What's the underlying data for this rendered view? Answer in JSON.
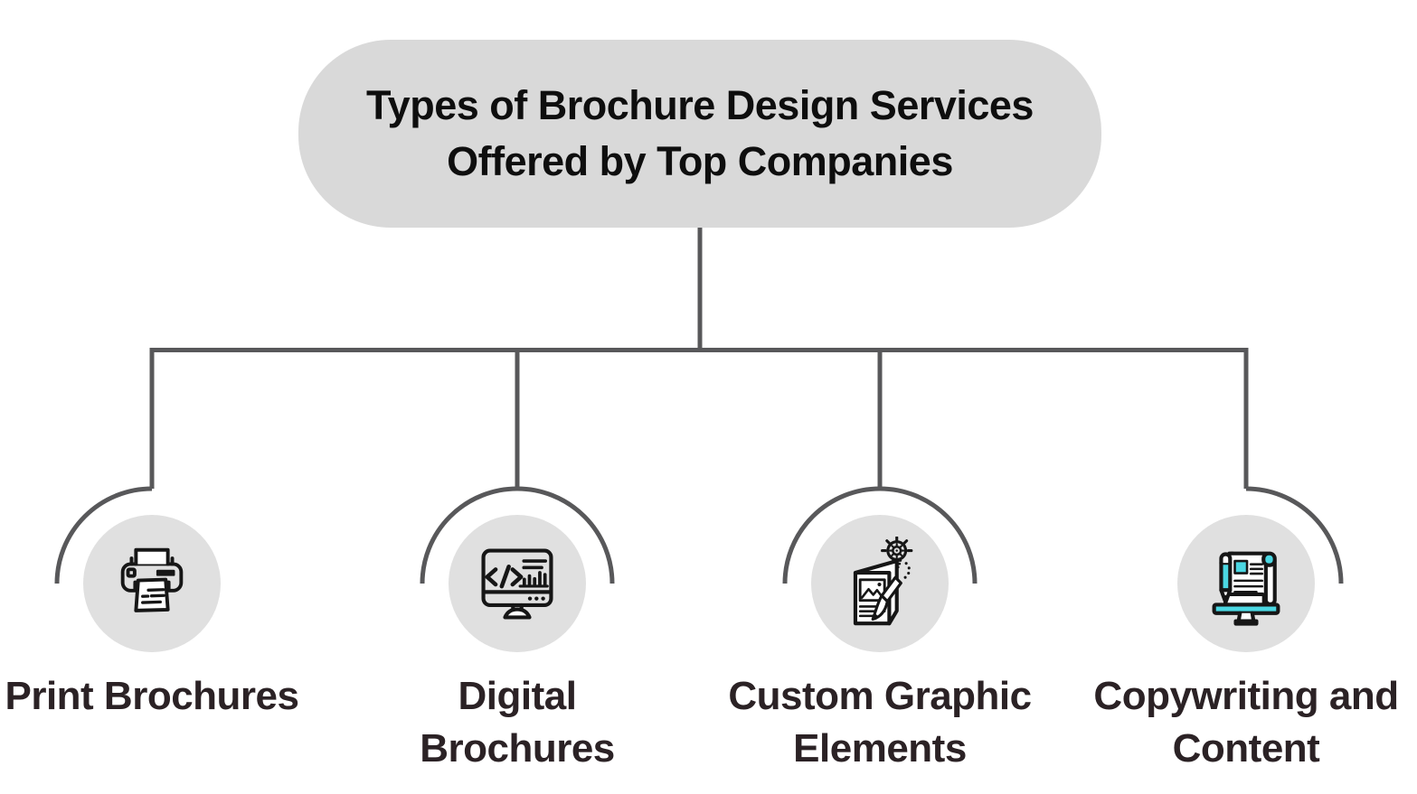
{
  "title": {
    "line1": "Types of Brochure Design Services",
    "line2": "Offered by Top Companies"
  },
  "theme": {
    "background": "#ffffff",
    "pill_bg": "#d9d9d9",
    "circle_bg": "#e0e0e0",
    "line_color": "#58585a",
    "icon_stroke": "#161616",
    "title_color": "#0e0e0e",
    "label_color": "#2b2225",
    "accent_teal": "#4bd7e2"
  },
  "nodes": [
    {
      "id": "print-brochures",
      "label": "Print Brochures",
      "label_lines": [
        "Print Brochures"
      ],
      "icon": "printer-icon"
    },
    {
      "id": "digital-brochures",
      "label": "Digital Brochures",
      "label_lines": [
        "Digital",
        "Brochures"
      ],
      "icon": "monitor-code-icon"
    },
    {
      "id": "custom-graphic-elements",
      "label": "Custom Graphic Elements",
      "label_lines": [
        "Custom Graphic",
        "Elements"
      ],
      "icon": "brochure-design-icon"
    },
    {
      "id": "copywriting-and-content",
      "label": "Copywriting and Content",
      "label_lines": [
        "Copywriting and",
        "Content"
      ],
      "icon": "copywriting-icon"
    }
  ]
}
